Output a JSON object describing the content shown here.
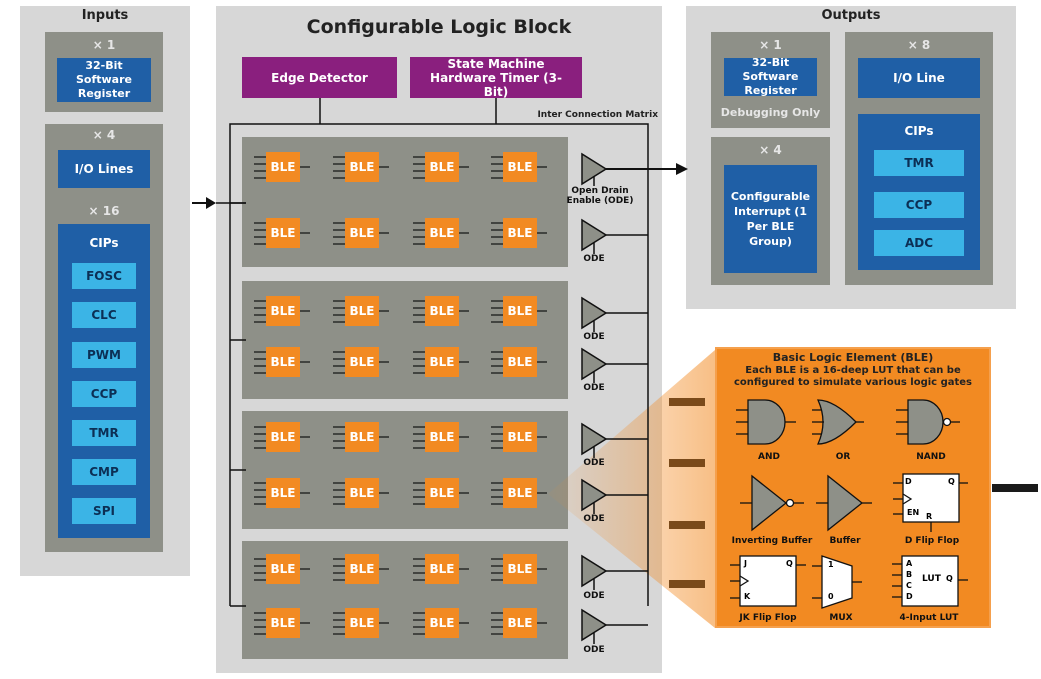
{
  "inputs": {
    "title": "Inputs",
    "count_1": "× 1",
    "reg_label": "32-Bit Software Register",
    "count_4": "× 4",
    "io_label": "I/O Lines",
    "count_16": "× 16",
    "cips_title": "CIPs",
    "cips": [
      "FOSC",
      "CLC",
      "PWM",
      "CCP",
      "TMR",
      "CMP",
      "SPI"
    ]
  },
  "clb": {
    "title": "Configurable Logic Block",
    "edge_detector": "Edge Detector",
    "state_machine": "State Machine Hardware Timer (3-Bit)",
    "interconnect": "Inter Connection Matrix",
    "ble_label": "BLE",
    "ode_first": "Open Drain Enable (ODE)",
    "ode": "ODE"
  },
  "outputs": {
    "title": "Outputs",
    "count_1": "× 1",
    "reg_label": "32-Bit Software Register",
    "debug_label": "Debugging Only",
    "count_4": "× 4",
    "interrupt_label": "Configurable Interrupt (1 Per BLE Group)",
    "count_8": "× 8",
    "io_line": "I/O Line",
    "cips_title": "CIPs",
    "cips": [
      "TMR",
      "CCP",
      "ADC"
    ]
  },
  "ble_detail": {
    "title": "Basic Logic Element (BLE)",
    "subtitle": "Each BLE is a 16-deep LUT that can be configured to simulate various logic gates",
    "gates": [
      "AND",
      "OR",
      "NAND",
      "Inverting Buffer",
      "Buffer",
      "D Flip Flop",
      "JK Flip Flop",
      "MUX",
      "4-Input LUT"
    ],
    "pins": {
      "d": "D",
      "q": "Q",
      "en": "EN",
      "r": "R",
      "j": "J",
      "k": "K",
      "mux1": "1",
      "mux0": "0",
      "a": "A",
      "b": "B",
      "c": "C",
      "dd": "D",
      "lut": "LUT"
    }
  },
  "colors": {
    "panel": "#d7d7d7",
    "dark": "#8e9088",
    "blue": "#1f5fa6",
    "cyan": "#3bb4e6",
    "orange": "#f28a22",
    "purple": "#8a1f7e",
    "brown": "#7a4a1a"
  }
}
